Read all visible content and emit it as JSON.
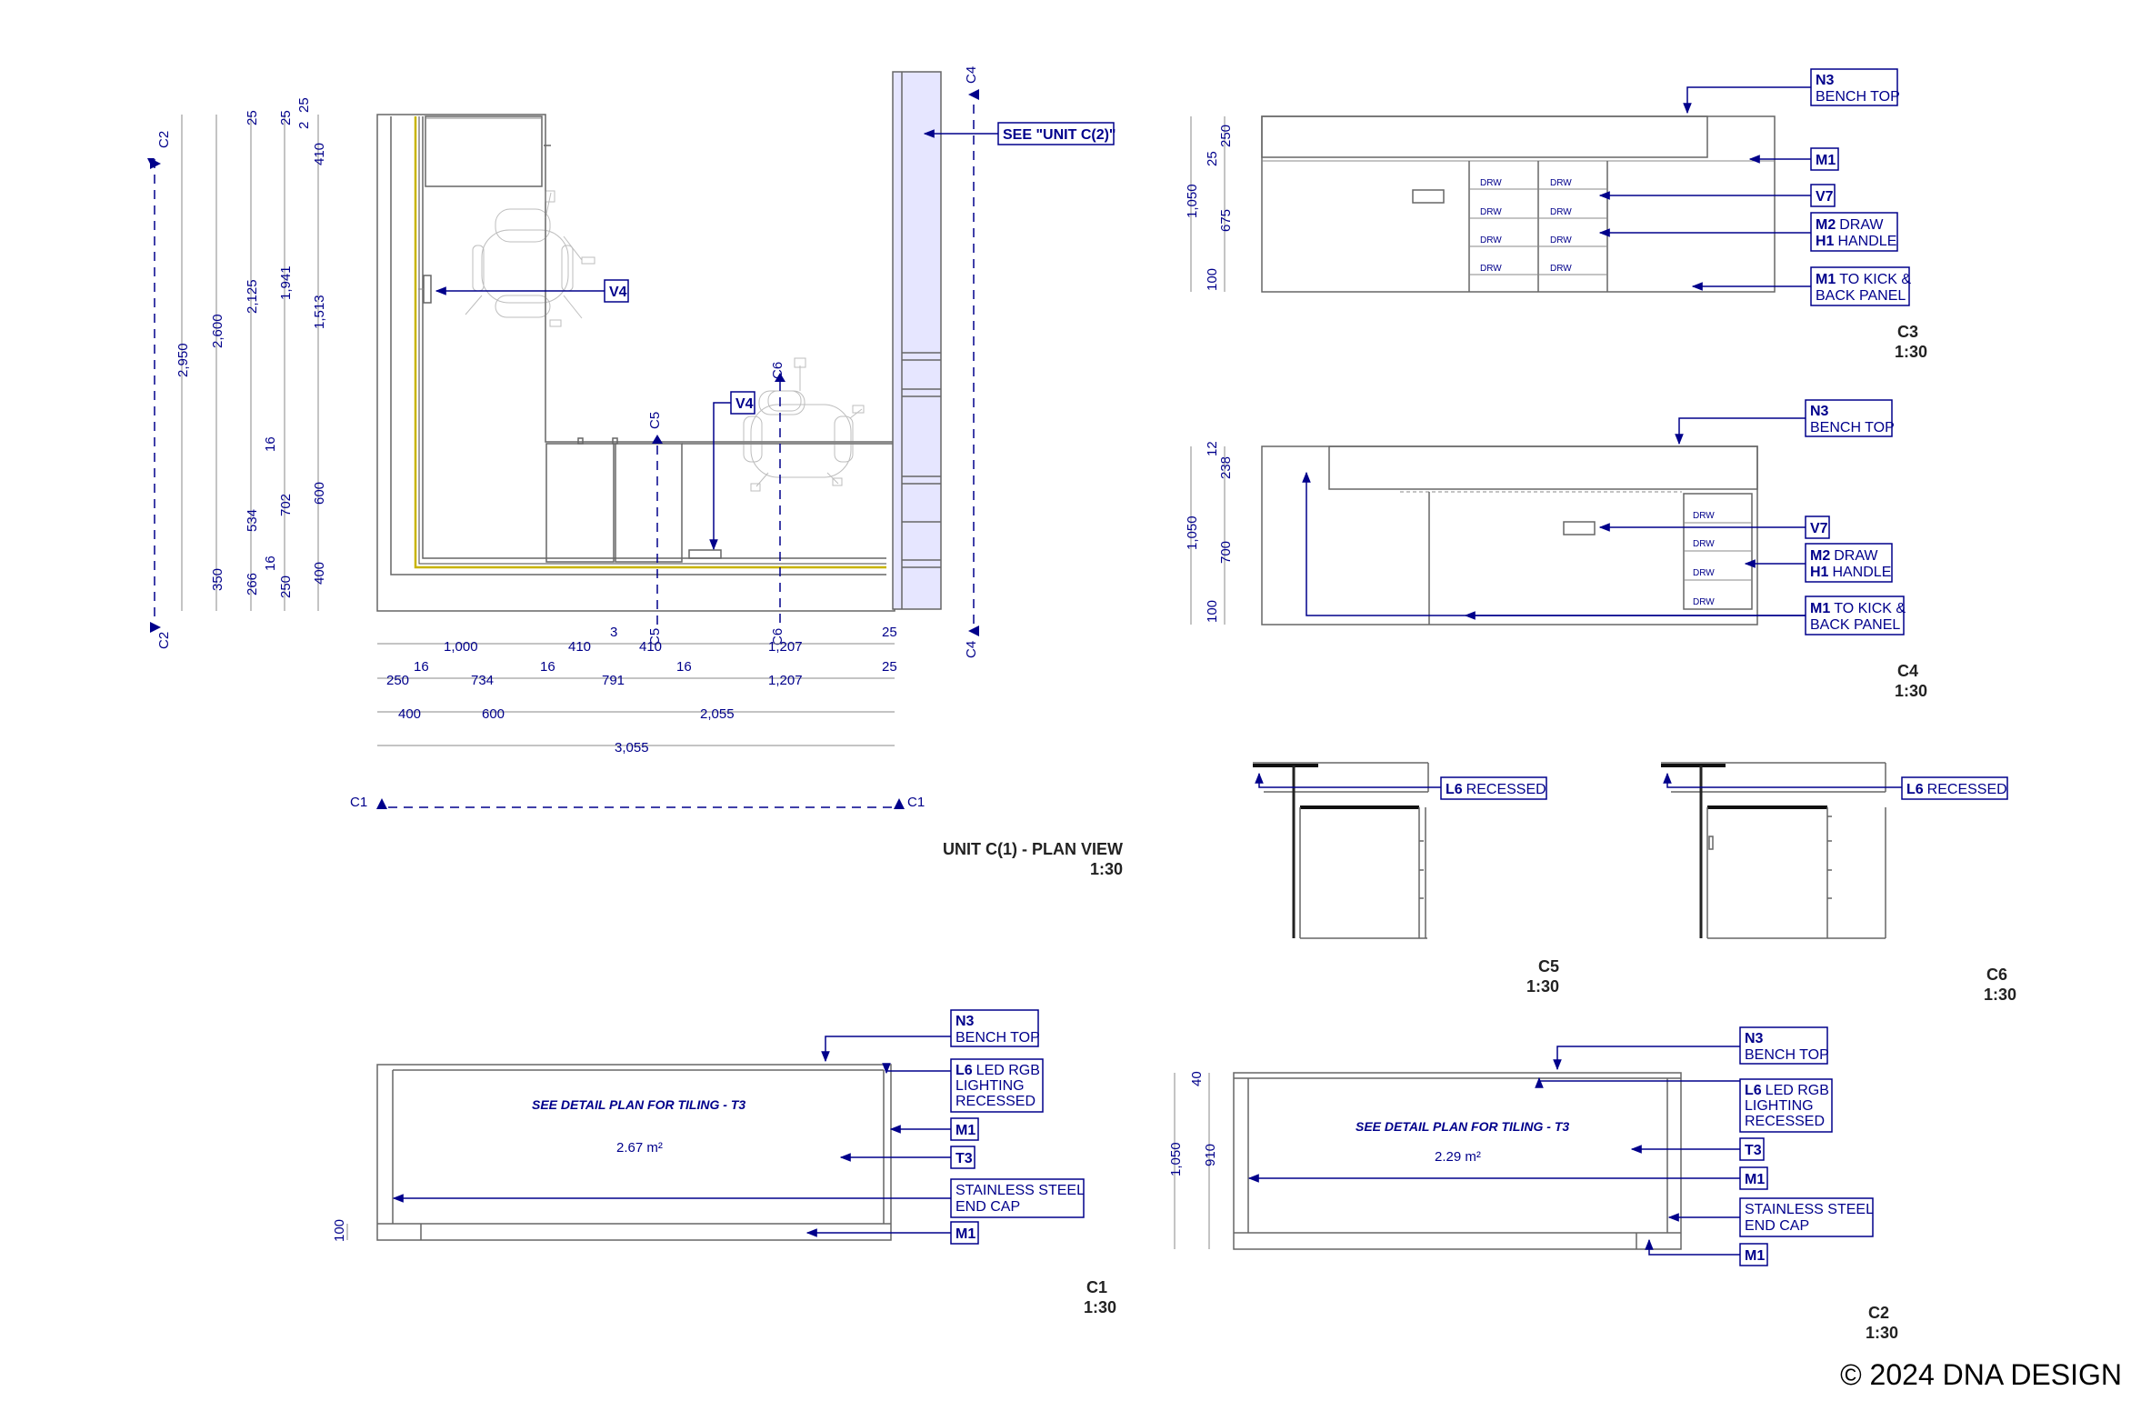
{
  "copyright": "© 2024 DNA DESIGN",
  "plan": {
    "title": "UNIT C(1) - PLAN VIEW",
    "scale": "1:30",
    "tags": {
      "v4a": "V4",
      "v4b": "V4",
      "see_unit": "SEE \"UNIT C(2)\""
    },
    "sections": {
      "c1": "C1",
      "c2": "C2",
      "c4": "C4",
      "c5": "C5",
      "c6": "C6"
    },
    "dims_vertical": [
      {
        "col": 1,
        "values": [
          "2,950"
        ]
      },
      {
        "col": 2,
        "values": [
          "2,600",
          "350"
        ]
      },
      {
        "col": 3,
        "values": [
          "25",
          "2,125",
          "534",
          "266"
        ]
      },
      {
        "col": 4,
        "values": [
          "25",
          "1,941",
          "16",
          "702",
          "16",
          "250"
        ]
      },
      {
        "col": 5,
        "values": [
          "2",
          "25",
          "410",
          "1,513",
          "600",
          "400"
        ]
      }
    ],
    "dims_row1": [
      "1,000",
      "410",
      "3",
      "410",
      "1,207",
      "25"
    ],
    "dims_row2": [
      "250",
      "16",
      "734",
      "16",
      "791",
      "16",
      "1,207",
      "25"
    ],
    "dims_row3": [
      "400",
      "600",
      "2,055"
    ],
    "dims_row4": [
      "3,055"
    ]
  },
  "c3": {
    "title": "C3",
    "scale": "1:30",
    "drawer": "DRW",
    "dims": [
      "250",
      "25",
      "675",
      "1,050",
      "100"
    ],
    "tags": [
      {
        "code": "N3",
        "text": "",
        "line2": "BENCH TOP"
      },
      {
        "code": "M1",
        "text": "",
        "line2": ""
      },
      {
        "code": "V7",
        "text": "",
        "line2": ""
      },
      {
        "code": "M2",
        "text": "DRAW",
        "code2": "H1",
        "line2": "HANDLE"
      },
      {
        "code": "M1",
        "text": "TO KICK &",
        "line2": "BACK PANEL"
      }
    ]
  },
  "c4": {
    "title": "C4",
    "scale": "1:30",
    "drawer": "DRW",
    "dims": [
      "12",
      "238",
      "700",
      "1,050",
      "100"
    ],
    "tags": [
      {
        "code": "N3",
        "text": "",
        "line2": "BENCH TOP"
      },
      {
        "code": "V7",
        "text": "",
        "line2": ""
      },
      {
        "code": "M2",
        "text": "DRAW",
        "code2": "H1",
        "line2": "HANDLE"
      },
      {
        "code": "M1",
        "text": "TO KICK &",
        "line2": "BACK PANEL"
      }
    ]
  },
  "c5": {
    "title": "C5",
    "scale": "1:30",
    "tag_code": "L6",
    "tag_text": "RECESSED"
  },
  "c6": {
    "title": "C6",
    "scale": "1:30",
    "tag_code": "L6",
    "tag_text": "RECESSED"
  },
  "c1": {
    "title": "C1",
    "scale": "1:30",
    "note": "SEE DETAIL PLAN FOR TILING - T3",
    "area": "2.67 m²",
    "dim": "100",
    "tags": [
      {
        "code": "N3",
        "lines": [
          "BENCH TOP"
        ]
      },
      {
        "code": "L6",
        "first": "LED RGB",
        "lines": [
          "LIGHTING",
          "RECESSED"
        ]
      },
      {
        "code": "M1",
        "lines": []
      },
      {
        "code": "T3",
        "lines": []
      },
      {
        "code": "",
        "lines": [
          "STAINLESS STEEL",
          "END CAP"
        ]
      },
      {
        "code": "M1",
        "lines": []
      }
    ]
  },
  "c2": {
    "title": "C2",
    "scale": "1:30",
    "note": "SEE DETAIL PLAN FOR TILING - T3",
    "area": "2.29 m²",
    "dims": [
      "40",
      "910",
      "1,050"
    ],
    "tags": [
      {
        "code": "N3",
        "lines": [
          "BENCH TOP"
        ]
      },
      {
        "code": "L6",
        "first": "LED RGB",
        "lines": [
          "LIGHTING",
          "RECESSED"
        ]
      },
      {
        "code": "T3",
        "lines": []
      },
      {
        "code": "M1",
        "lines": []
      },
      {
        "code": "",
        "lines": [
          "STAINLESS STEEL",
          "END CAP"
        ]
      },
      {
        "code": "M1",
        "lines": []
      }
    ]
  }
}
